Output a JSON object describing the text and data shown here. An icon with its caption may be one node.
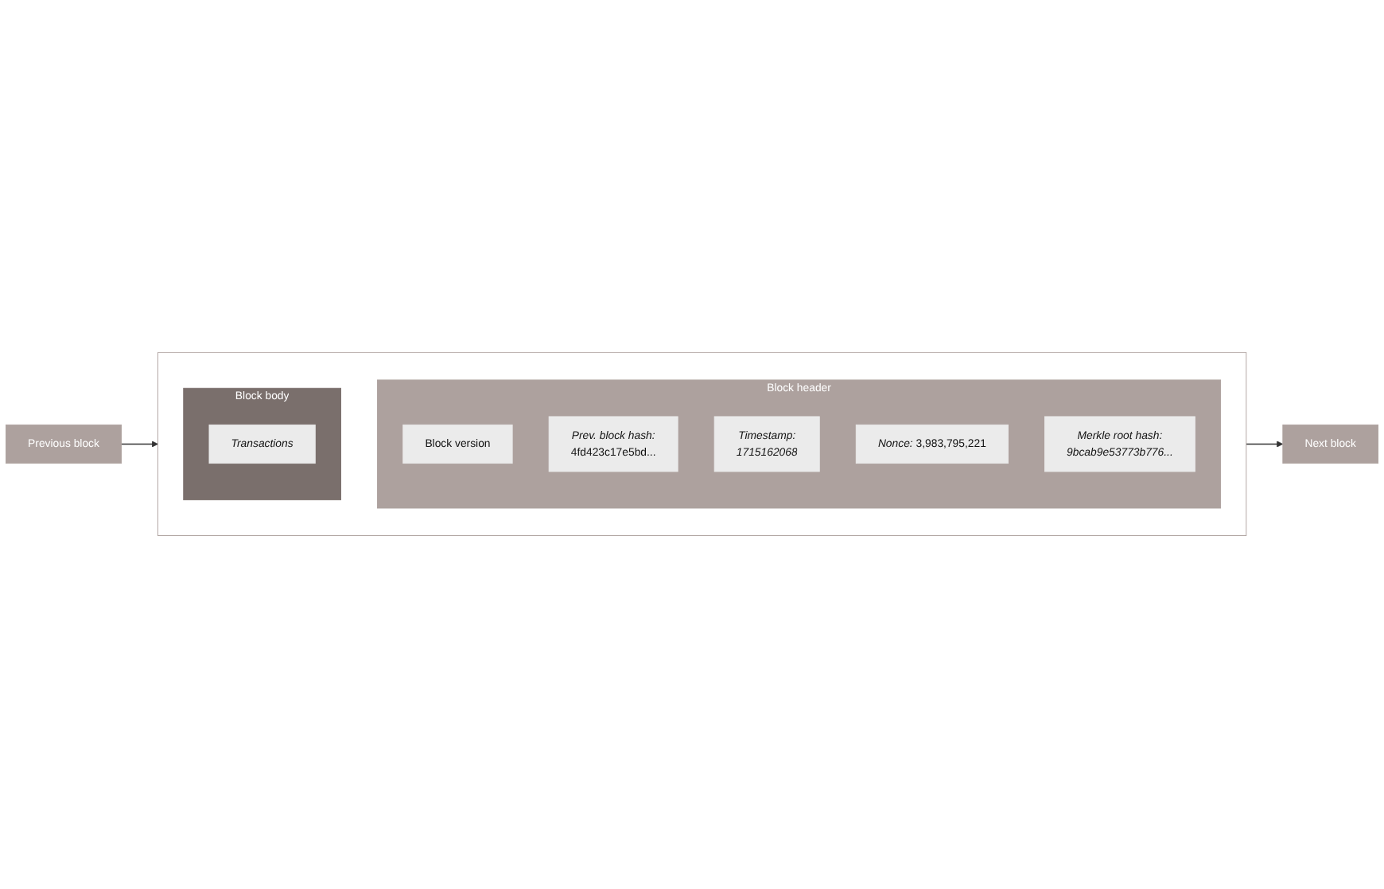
{
  "diagram": {
    "nodes": [
      {
        "text": [
          "Previous block"
        ]
      },
      {
        "text": [],
        "shape": "box"
      },
      {
        "text": [
          "Block header"
        ],
        "in": 1
      },
      {
        "text": [
          "Block version"
        ],
        "in": 2
      },
      {
        "text": [
          "Prev. block hash:",
          "4fd423c17e5bd..."
        ],
        "in": 2
      },
      {
        "text": [
          "Timestamp:",
          "1715162068"
        ],
        "in": 2
      },
      {
        "text": [
          "Nonce:",
          "3,983,795,221"
        ],
        "in": 2
      },
      {
        "text": [
          "Merkle root hash:",
          "9bcab9e53773b776..."
        ],
        "in": 2
      },
      {
        "text": [
          "Block body"
        ],
        "in": 1
      },
      {
        "text": [
          "Transactions"
        ],
        "in": 8
      },
      {
        "text": [
          "Next block"
        ]
      }
    ],
    "edges": [
      {
        "from": 0,
        "to": 1,
        "arrow": "to"
      },
      {
        "from": 1,
        "to": 10,
        "arrow": "to"
      }
    ]
  }
}
